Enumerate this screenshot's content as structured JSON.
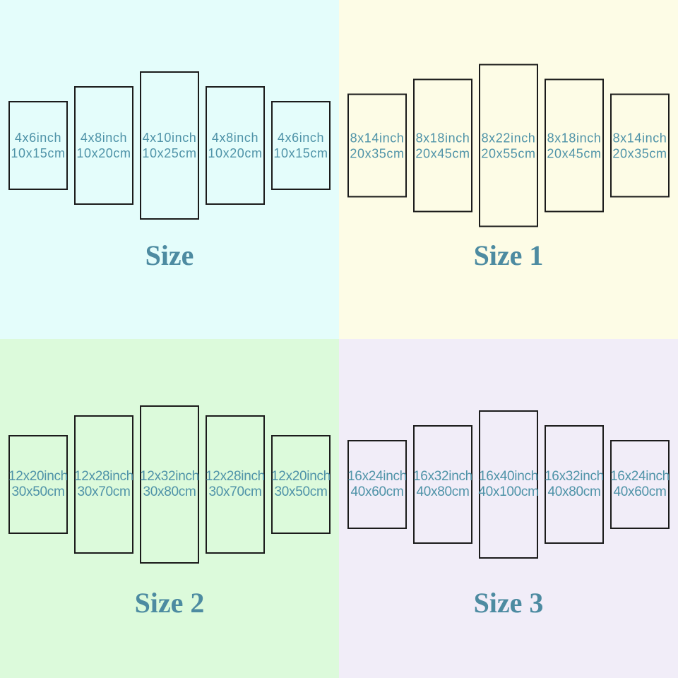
{
  "colors": {
    "label_text": "#4f93a8",
    "title_text": "#4d8ba1",
    "panel_border": "#1b1b1b",
    "quadrant_backgrounds": [
      "#e4fdfb",
      "#fdfce6",
      "#dcfadb",
      "#f1edf8"
    ]
  },
  "quadrants": [
    {
      "title": "Size",
      "background": "#e4fdfb",
      "panels": [
        {
          "inch": "4x6inch",
          "cm": "10x15cm"
        },
        {
          "inch": "4x8inch",
          "cm": "10x20cm"
        },
        {
          "inch": "4x10inch",
          "cm": "10x25cm"
        },
        {
          "inch": "4x8inch",
          "cm": "10x20cm"
        },
        {
          "inch": "4x6inch",
          "cm": "10x15cm"
        }
      ]
    },
    {
      "title": "Size 1",
      "background": "#fdfce6",
      "panels": [
        {
          "inch": "8x14inch",
          "cm": "20x35cm"
        },
        {
          "inch": "8x18inch",
          "cm": "20x45cm"
        },
        {
          "inch": "8x22inch",
          "cm": "20x55cm"
        },
        {
          "inch": "8x18inch",
          "cm": "20x45cm"
        },
        {
          "inch": "8x14inch",
          "cm": "20x35cm"
        }
      ]
    },
    {
      "title": "Size 2",
      "background": "#dcfadb",
      "panels": [
        {
          "inch": "12x20inch",
          "cm": "30x50cm"
        },
        {
          "inch": "12x28inch",
          "cm": "30x70cm"
        },
        {
          "inch": "12x32inch",
          "cm": "30x80cm"
        },
        {
          "inch": "12x28inch",
          "cm": "30x70cm"
        },
        {
          "inch": "12x20inch",
          "cm": "30x50cm"
        }
      ]
    },
    {
      "title": "Size 3",
      "background": "#f1edf8",
      "panels": [
        {
          "inch": "16x24inch",
          "cm": "40x60cm"
        },
        {
          "inch": "16x32inch",
          "cm": "40x80cm"
        },
        {
          "inch": "16x40inch",
          "cm": "40x100cm"
        },
        {
          "inch": "16x32inch",
          "cm": "40x80cm"
        },
        {
          "inch": "16x24inch",
          "cm": "40x60cm"
        }
      ]
    }
  ]
}
